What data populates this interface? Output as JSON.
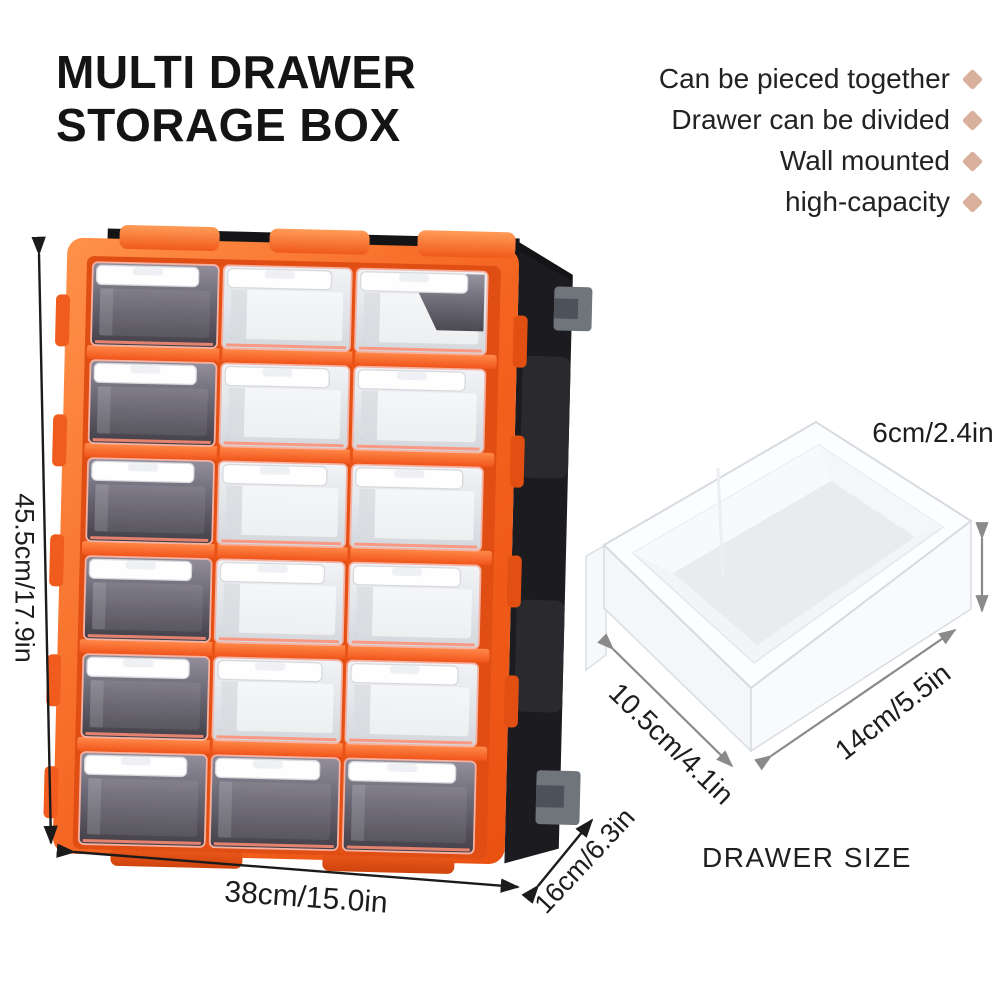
{
  "product": {
    "title_line1": "MULTI DRAWER",
    "title_line2": "STORAGE BOX"
  },
  "features": [
    "Can be pieced together",
    "Drawer can be divided",
    "Wall mounted",
    "high-capacity"
  ],
  "cabinet": {
    "rows": 6,
    "columns": 3,
    "dim_height": "45.5cm/17.9in",
    "dim_width": "38cm/15.0in",
    "dim_depth": "16cm/6.3in"
  },
  "drawer": {
    "caption": "DRAWER SIZE",
    "dim_height": "6cm/2.4in",
    "dim_width": "10.5cm/4.1in",
    "dim_depth": "14cm/5.5in"
  },
  "colors": {
    "accent_orange": "#f45f1d",
    "frame_black": "#1c1b1f",
    "bullet_diamond": "#d8b09c",
    "arrow_black": "#1b1b1b",
    "arrow_gray": "#8a8a8a"
  }
}
